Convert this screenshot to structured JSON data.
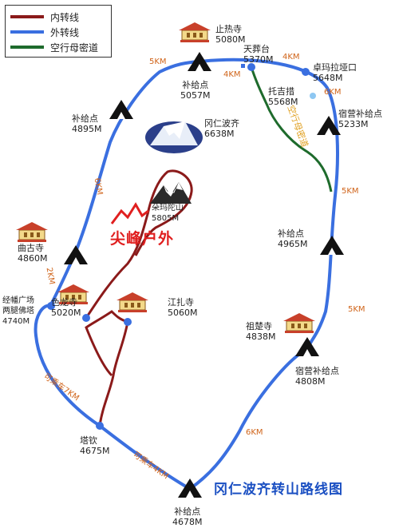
{
  "legend": {
    "inner": "内转线",
    "outer": "外转线",
    "sky": "空行母密道"
  },
  "colors": {
    "inner": "#8b1a1a",
    "outer": "#3a6fe0",
    "sky": "#1e6b2c",
    "distance": "#d0641a",
    "title": "#1a4fc2",
    "watermark": "#e01f1f"
  },
  "places": {
    "zhiresi": {
      "name": "止热寺",
      "alt": "5080M"
    },
    "bujidian_top": {
      "name": "补给点",
      "alt": "5057M"
    },
    "tianzangtai": {
      "name": "天葬台",
      "alt": "5370M"
    },
    "zhuomalayakou": {
      "name": "卓玛拉垭口",
      "alt": "5648M"
    },
    "tuoqicuo": {
      "name": "托吉措",
      "alt": "5568M"
    },
    "susheng_top": {
      "name": "宿营补给点",
      "alt": "5233M"
    },
    "bujidian_left": {
      "name": "补给点",
      "alt": "4895M"
    },
    "gangrenboqi": {
      "name": "冈仁波齐",
      "alt": "6638M"
    },
    "duomutuoshan": {
      "name": "朵玛陀山",
      "alt": "5805M"
    },
    "quqisi": {
      "name": "曲古寺",
      "alt": "4860M"
    },
    "bujidian_right": {
      "name": "补给点",
      "alt": "4965M"
    },
    "jingfan": {
      "name1": "经幡广场",
      "name2": "两腿佛塔",
      "alt": "4740M"
    },
    "selongsi": {
      "name": "色龙寺",
      "alt": "5020M"
    },
    "jiangzhasi": {
      "name": "江扎寺",
      "alt": "5060M"
    },
    "zuchusi": {
      "name": "祖楚寺",
      "alt": "4838M"
    },
    "susheng_bottom": {
      "name": "宿营补给点",
      "alt": "4808M"
    },
    "taqin": {
      "name": "塔钦",
      "alt": "4675M"
    },
    "bujidian_bottom": {
      "name": "补给点",
      "alt": "4678M"
    }
  },
  "distances": {
    "d1": "5KM",
    "d2": "4KM",
    "d3": "4KM",
    "d4": "6KM",
    "d5": "6KM",
    "d6": "5KM",
    "d7": "2KM",
    "d8": "5KM",
    "d9": "6KM",
    "d10": "可乘车7KM",
    "d11": "可乘车4KM"
  },
  "sky_path_label": "空行母密道",
  "watermark": "尖峰户外",
  "title": "冈仁波齐转山路线图"
}
